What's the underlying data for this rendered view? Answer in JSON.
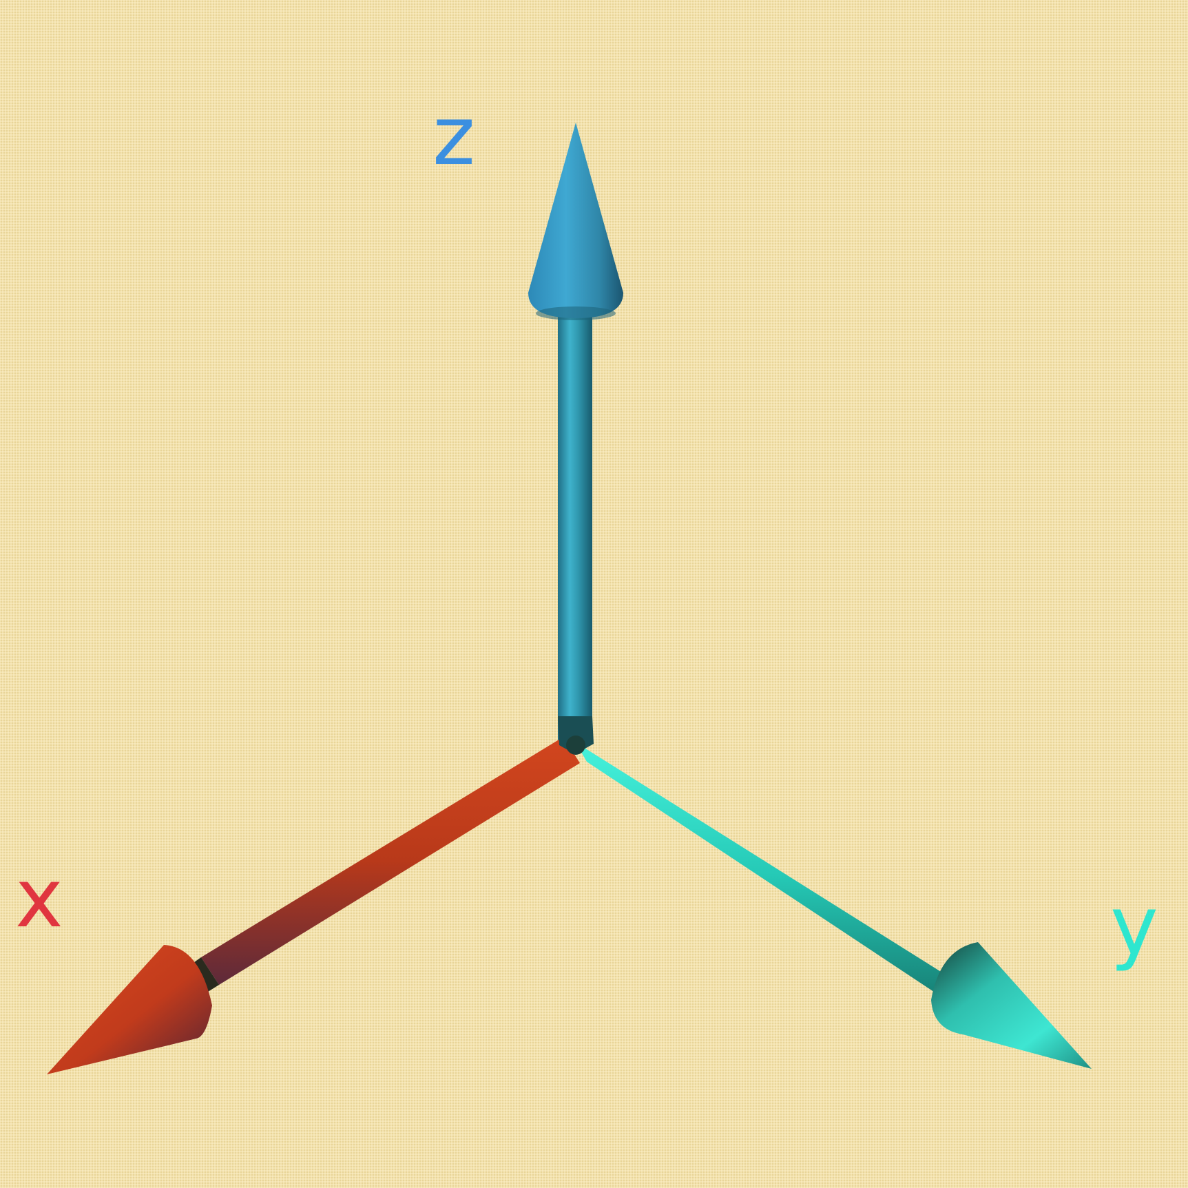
{
  "labels": {
    "x": "x",
    "y": "y",
    "z": "z"
  },
  "colors": {
    "background": "#f3e2ae",
    "x_axis": "#c8391f",
    "x_label": "#e0353f",
    "y_axis": "#2ee6d2",
    "y_label": "#2ee6cf",
    "z_axis": "#3aa9c8",
    "z_label": "#3b8fe0"
  }
}
